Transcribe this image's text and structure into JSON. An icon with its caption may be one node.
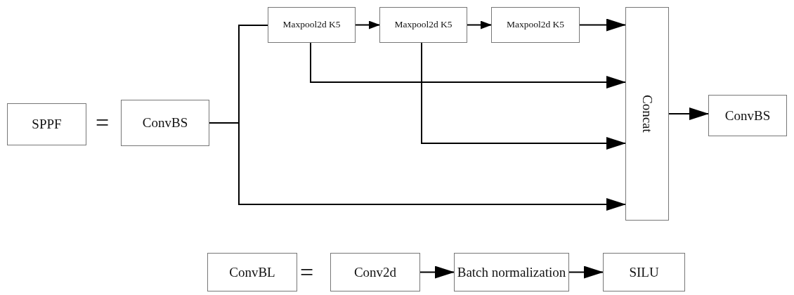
{
  "diagram": {
    "nodes": [
      {
        "text": [
          "SPPF"
        ]
      },
      {
        "text": [
          "ConvBS"
        ]
      },
      {
        "text": [
          "Maxpool2d K5"
        ]
      },
      {
        "text": [
          "Maxpool2d K5"
        ]
      },
      {
        "text": [
          "Maxpool2d K5"
        ]
      },
      {
        "text": [
          "Concat"
        ]
      },
      {
        "text": [
          "ConvBS"
        ]
      },
      {
        "text": [
          "ConvBL"
        ]
      },
      {
        "text": [
          "Conv2d"
        ]
      },
      {
        "text": [
          "Batch normalization"
        ]
      },
      {
        "text": [
          "SILU"
        ]
      }
    ],
    "edges": [
      {
        "from": 1,
        "to": 2,
        "arrow": "none"
      },
      {
        "from": 1,
        "to": 5,
        "arrow": "to"
      },
      {
        "from": 2,
        "to": 3,
        "arrow": "to"
      },
      {
        "from": 3,
        "to": 4,
        "arrow": "to"
      },
      {
        "from": 4,
        "to": 5,
        "arrow": "to"
      },
      {
        "from": 2,
        "to": 5,
        "arrow": "to"
      },
      {
        "from": 3,
        "to": 5,
        "arrow": "to"
      },
      {
        "from": 5,
        "to": 6,
        "arrow": "to"
      },
      {
        "from": 8,
        "to": 9,
        "arrow": "to"
      },
      {
        "from": 9,
        "to": 10,
        "arrow": "to"
      }
    ],
    "labels": [
      "=",
      "="
    ]
  }
}
